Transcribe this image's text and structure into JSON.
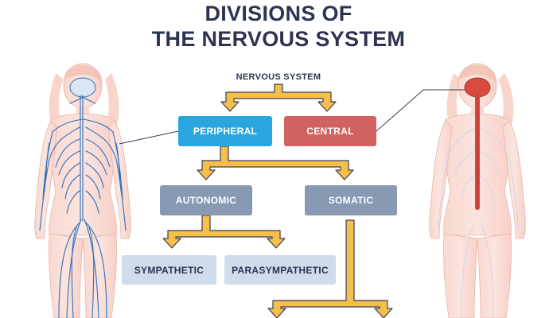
{
  "title": {
    "line1": "DIVISIONS OF",
    "line2": "THE NERVOUS SYSTEM"
  },
  "root": "NERVOUS SYSTEM",
  "nodes": {
    "peripheral": "PERIPHERAL",
    "central": "CENTRAL",
    "autonomic": "AUTONOMIC",
    "somatic": "SOMATIC",
    "sympathetic": "SYMPATHETIC",
    "parasympathetic": "PARASYMPATHETIC"
  },
  "colors": {
    "title": "#2d3352",
    "arrow": "#f6bf4a",
    "arrow_outline": "#3a3f55",
    "peripheral": "#2aa6df",
    "central": "#d0625f",
    "autonomic_somatic": "#8799b3",
    "sub_divisions": "#cfdce9",
    "nerves": "#2f6fb8",
    "brain_spine_red": "#d94b3f",
    "skin": "#f8d3cb"
  },
  "figures": {
    "left": "peripheral-nervous-system-figure",
    "right": "central-nervous-system-figure"
  }
}
